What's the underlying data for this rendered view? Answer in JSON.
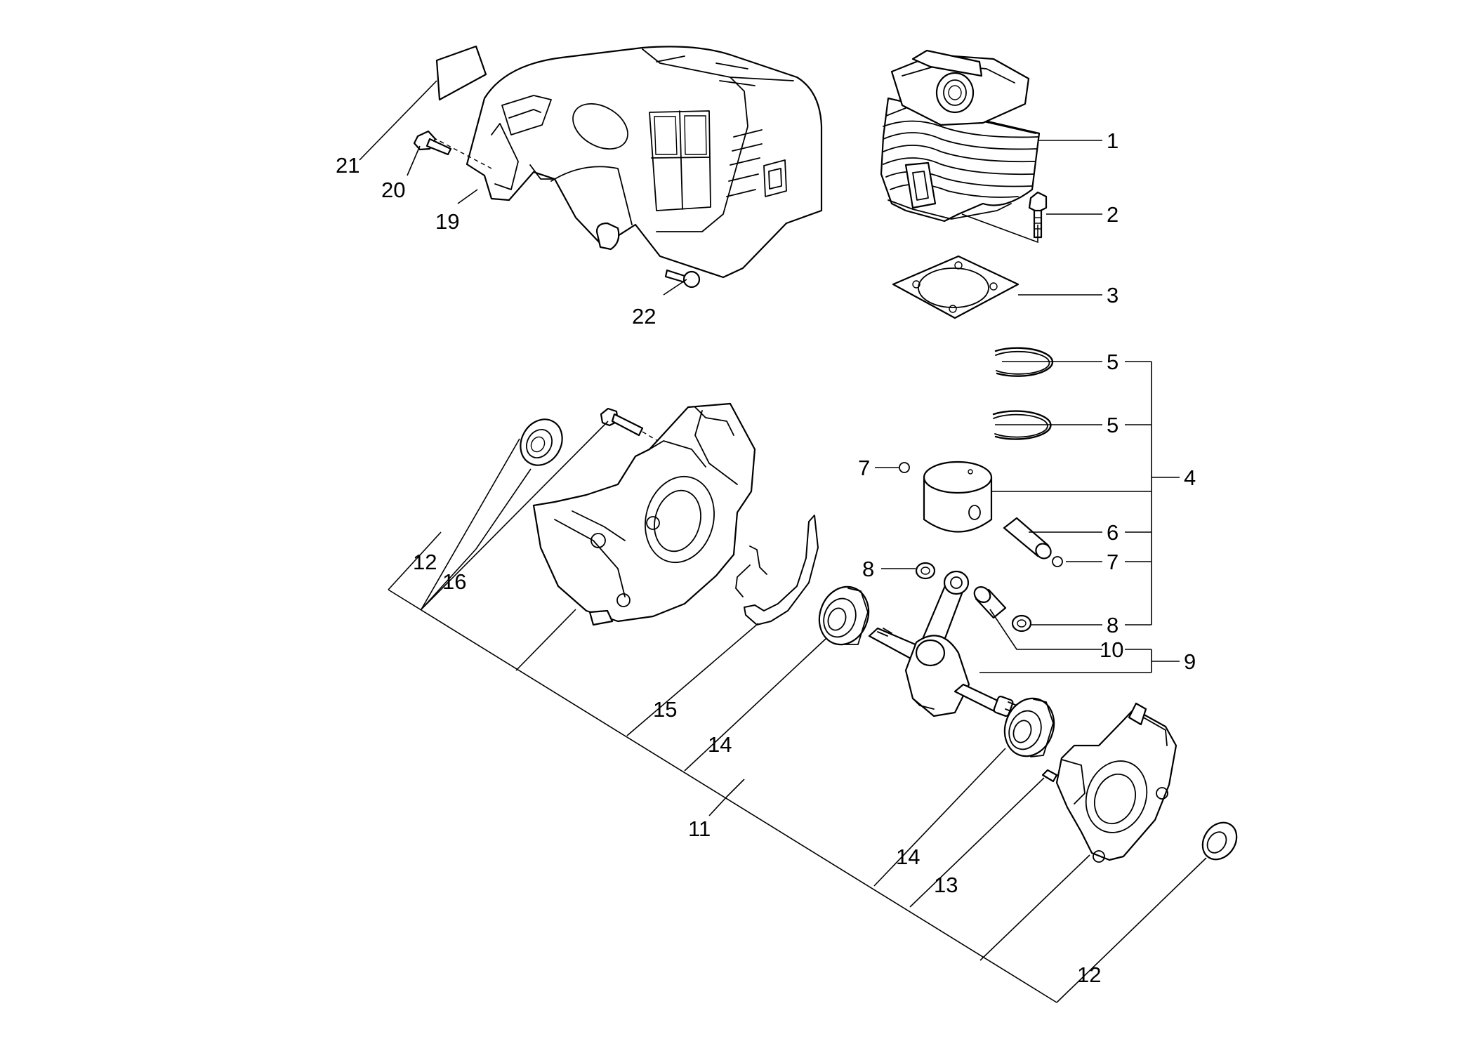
{
  "callouts": {
    "c1": "1",
    "c2": "2",
    "c3": "3",
    "c4": "4",
    "c5a": "5",
    "c5b": "5",
    "c6": "6",
    "c7a": "7",
    "c7b": "7",
    "c8a": "8",
    "c8b": "8",
    "c9": "9",
    "c10": "10",
    "c11": "11",
    "c12a": "12",
    "c12b": "12",
    "c13": "13",
    "c14a": "14",
    "c14b": "14",
    "c15": "15",
    "c16": "16",
    "c19": "19",
    "c20": "20",
    "c21": "21",
    "c22": "22"
  },
  "colors": {
    "ink": "#000000",
    "paper": "#ffffff"
  }
}
